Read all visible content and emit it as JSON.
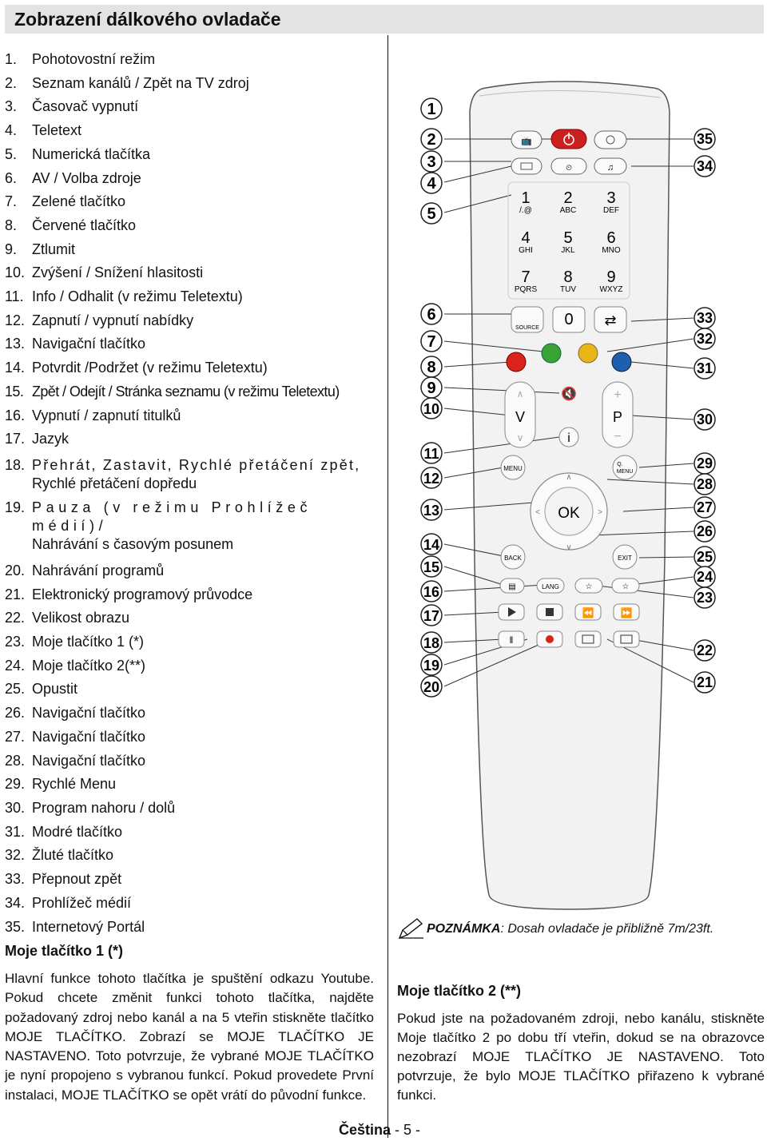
{
  "title": "Zobrazení dálkového ovladače",
  "items": [
    {
      "num": "1.",
      "text": "Pohotovostní režim"
    },
    {
      "num": "2.",
      "text": "Seznam kanálů / Zpět na TV zdroj"
    },
    {
      "num": "3.",
      "text": "Časovač vypnutí"
    },
    {
      "num": "4.",
      "text": "Teletext"
    },
    {
      "num": "5.",
      "text": "Numerická tlačítka"
    },
    {
      "num": "6.",
      "text": "AV / Volba zdroje"
    },
    {
      "num": "7.",
      "text": "Zelené tlačítko"
    },
    {
      "num": "8.",
      "text": "Červené tlačítko"
    },
    {
      "num": "9.",
      "text": "Ztlumit"
    },
    {
      "num": "10.",
      "text": "Zvýšení / Snížení hlasitosti"
    },
    {
      "num": "11.",
      "text": "Info / Odhalit (v režimu Teletextu)"
    },
    {
      "num": "12.",
      "text": "Zapnutí / vypnutí nabídky"
    },
    {
      "num": "13.",
      "text": "Navigační tlačítko"
    },
    {
      "num": "14.",
      "text": "Potvrdit /Podržet (v režimu Teletextu)"
    },
    {
      "num": "15.",
      "text": "Zpět / Odejít / Stránka seznamu (v režimu Teletextu)"
    },
    {
      "num": "16.",
      "text": "Vypnutí / zapnutí titulků"
    },
    {
      "num": "17.",
      "text": "Jazyk"
    },
    {
      "num": "18.",
      "text": "Přehrát, Zastavit, Rychlé přetáčení zpět,",
      "text2": "Rychlé přetáčení dopředu"
    },
    {
      "num": "19.",
      "text": "Pauza (v režimu Prohlížeč médií)/",
      "text2": "Nahrávání s časovým posunem"
    },
    {
      "num": "20.",
      "text": "Nahrávání programů"
    },
    {
      "num": "21.",
      "text": "Elektronický programový průvodce"
    },
    {
      "num": "22.",
      "text": "Velikost obrazu"
    },
    {
      "num": "23.",
      "text": "Moje tlačítko 1 (*)"
    },
    {
      "num": "24.",
      "text": "Moje tlačítko 2(**)"
    },
    {
      "num": "25.",
      "text": "Opustit"
    },
    {
      "num": "26.",
      "text": "Navigační tlačítko"
    },
    {
      "num": "27.",
      "text": "Navigační tlačítko"
    },
    {
      "num": "28.",
      "text": "Navigační tlačítko"
    },
    {
      "num": "29.",
      "text": "Rychlé Menu"
    },
    {
      "num": "30.",
      "text": "Program nahoru / dolů"
    },
    {
      "num": "31.",
      "text": "Modré tlačítko"
    },
    {
      "num": "32.",
      "text": "Žluté tlačítko"
    },
    {
      "num": "33.",
      "text": "Přepnout zpět"
    },
    {
      "num": "34.",
      "text": "Prohlížeč médií"
    },
    {
      "num": "35.",
      "text": "Internetový Portál"
    }
  ],
  "my_button_1": {
    "heading": "Moje tlačítko 1 (*)",
    "body": "Hlavní funkce tohoto tlačítka je spuštění odkazu Youtube. Pokud chcete změnit funkci tohoto tlačítka, najděte požadovaný zdroj nebo kanál a na 5 vteřin stiskněte tlačítko MOJE TLAČÍTKO. Zobrazí se MOJE TLAČÍTKO JE NASTAVENO. Toto potvrzuje, že vybrané MOJE TLAČÍTKO je nyní propojeno s vybranou funkcí. Pokud provedete První instalaci, MOJE TLAČÍTKO se opět vrátí do původní funkce."
  },
  "note": {
    "label": "POZNÁMKA",
    "text": ": Dosah ovladače je přibližně 7m/23ft."
  },
  "my_button_2": {
    "heading": "Moje tlačítko 2 (**)",
    "body": "Pokud jste na požadovaném zdroji, nebo kanálu, stiskněte Moje tlačítko 2 po dobu tří vteřin, dokud se na obrazovce nezobrazí MOJE TLAČÍTKO JE NASTAVENO. Toto potvrzuje, že bylo MOJE TLAČÍTKO přiřazeno k vybrané funkci."
  },
  "remote": {
    "left_callouts": [
      "1",
      "2",
      "3",
      "4",
      "5",
      "6",
      "7",
      "8",
      "9",
      "10",
      "11",
      "12",
      "13",
      "14",
      "15",
      "16",
      "17",
      "18",
      "19",
      "20"
    ],
    "right_callouts": [
      "35",
      "34",
      "33",
      "32",
      "31",
      "30",
      "29",
      "28",
      "27",
      "26",
      "25",
      "24",
      "23",
      "22",
      "21"
    ],
    "keys": [
      {
        "digit": "1",
        "letters": "/.@"
      },
      {
        "digit": "2",
        "letters": "ABC"
      },
      {
        "digit": "3",
        "letters": "DEF"
      },
      {
        "digit": "4",
        "letters": "GHI"
      },
      {
        "digit": "5",
        "letters": "JKL"
      },
      {
        "digit": "6",
        "letters": "MNO"
      },
      {
        "digit": "7",
        "letters": "PQRS"
      },
      {
        "digit": "8",
        "letters": "TUV"
      },
      {
        "digit": "9",
        "letters": "WXYZ"
      }
    ],
    "zero": "0",
    "source": "SOURCE",
    "vol": "V",
    "prog": "P",
    "info": "i",
    "menu": "MENU",
    "qmenu_q": "Q.",
    "qmenu": "MENU",
    "ok": "OK",
    "back": "BACK",
    "exit": "EXIT",
    "lang": "LANG",
    "colors": {
      "red": "#d9231c",
      "green": "#3aa335",
      "yellow": "#e8b617",
      "blue": "#1e5fb0",
      "power": "#cc1f1f"
    }
  },
  "footer": {
    "lang": "Čeština",
    "page": " - 5 -"
  }
}
